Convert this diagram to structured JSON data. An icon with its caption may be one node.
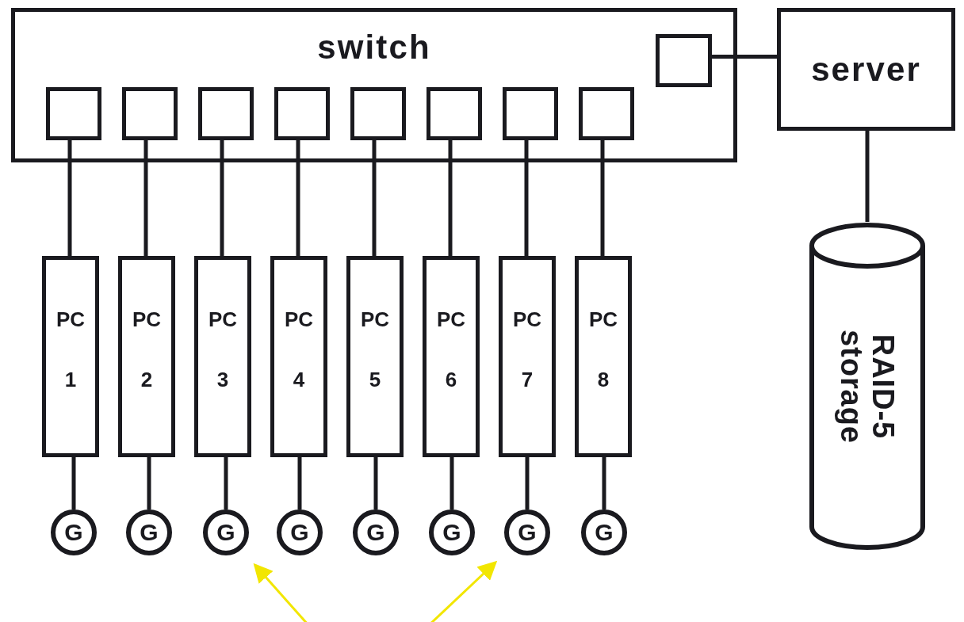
{
  "diagram": {
    "nodes": [
      {
        "text": [
          "switch"
        ]
      },
      {
        "text": [],
        "shape": "box",
        "in": 0
      },
      {
        "text": [],
        "shape": "box",
        "in": 0
      },
      {
        "text": [],
        "shape": "box",
        "in": 0
      },
      {
        "text": [],
        "shape": "box",
        "in": 0
      },
      {
        "text": [],
        "shape": "box",
        "in": 0
      },
      {
        "text": [],
        "shape": "box",
        "in": 0
      },
      {
        "text": [],
        "shape": "box",
        "in": 0
      },
      {
        "text": [],
        "shape": "box",
        "in": 0
      },
      {
        "text": [],
        "shape": "box",
        "in": 0
      },
      {
        "text": [
          "server"
        ]
      },
      {
        "text": [
          "RAID-5 storage"
        ]
      },
      {
        "text": [
          "PC",
          "1"
        ]
      },
      {
        "text": [
          "PC",
          "2"
        ]
      },
      {
        "text": [
          "PC",
          "3"
        ]
      },
      {
        "text": [
          "PC",
          "4"
        ]
      },
      {
        "text": [
          "PC",
          "5"
        ]
      },
      {
        "text": [
          "PC",
          "6"
        ]
      },
      {
        "text": [
          "PC",
          "7"
        ]
      },
      {
        "text": [
          "PC",
          "8"
        ]
      },
      {
        "text": [
          "G"
        ]
      },
      {
        "text": [
          "G"
        ]
      },
      {
        "text": [
          "G"
        ]
      },
      {
        "text": [
          "G"
        ]
      },
      {
        "text": [
          "G"
        ]
      },
      {
        "text": [
          "G"
        ]
      },
      {
        "text": [
          "G"
        ]
      },
      {
        "text": [
          "G"
        ]
      }
    ],
    "edges": [
      {
        "from": 1,
        "to": 10,
        "arrow": "none"
      },
      {
        "from": 10,
        "to": 11,
        "arrow": "none"
      },
      {
        "from": 2,
        "to": 12,
        "arrow": "none"
      },
      {
        "from": 3,
        "to": 13,
        "arrow": "none"
      },
      {
        "from": 4,
        "to": 14,
        "arrow": "none"
      },
      {
        "from": 5,
        "to": 15,
        "arrow": "none"
      },
      {
        "from": 6,
        "to": 16,
        "arrow": "none"
      },
      {
        "from": 7,
        "to": 17,
        "arrow": "none"
      },
      {
        "from": 8,
        "to": 18,
        "arrow": "none"
      },
      {
        "from": 9,
        "to": 19,
        "arrow": "none"
      },
      {
        "from": 12,
        "to": 20,
        "arrow": "none"
      },
      {
        "from": 13,
        "to": 21,
        "arrow": "none"
      },
      {
        "from": 14,
        "to": 22,
        "arrow": "none"
      },
      {
        "from": 15,
        "to": 23,
        "arrow": "none"
      },
      {
        "from": 16,
        "to": 24,
        "arrow": "none"
      },
      {
        "from": 17,
        "to": 25,
        "arrow": "none"
      },
      {
        "from": 18,
        "to": 26,
        "arrow": "none"
      },
      {
        "from": 19,
        "to": 27,
        "arrow": "none"
      },
      {
        "from": null,
        "to": 22,
        "arrow": "to",
        "color": "#f2e600"
      },
      {
        "from": null,
        "to": 26,
        "arrow": "to",
        "color": "#f2e600"
      }
    ]
  }
}
